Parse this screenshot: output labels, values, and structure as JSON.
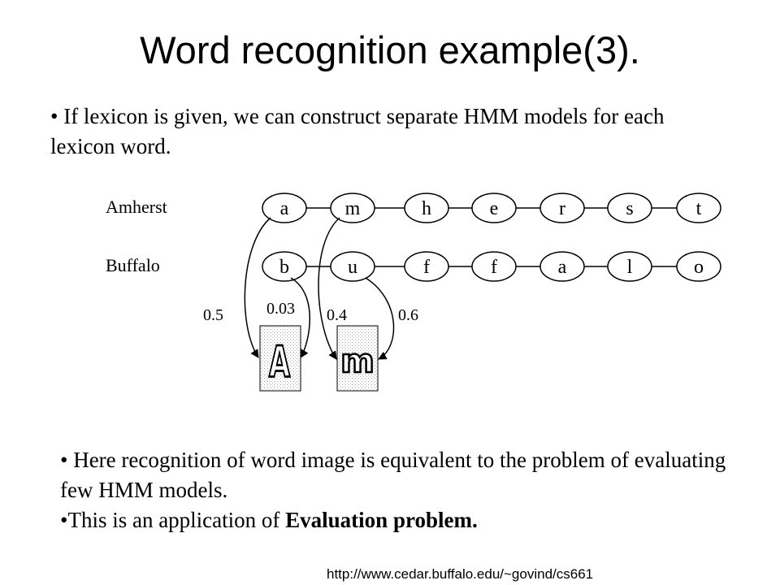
{
  "slide": {
    "title": "Word recognition example(3).",
    "intro_bullet": "• If  lexicon is given, we can construct separate HMM models for each lexicon word.",
    "bullet2": "• Here recognition of word image is equivalent to the problem of evaluating few HMM models.",
    "bullet3_prefix": "•This is an application of ",
    "bullet3_bold": "Evaluation problem.",
    "footer_url": "http://www.cedar.buffalo.edu/~govind/cs661"
  },
  "diagram": {
    "words": [
      {
        "label": "Amherst",
        "letters": [
          "a",
          "m",
          "h",
          "e",
          "r",
          "s",
          "t"
        ]
      },
      {
        "label": "Buffalo",
        "letters": [
          "b",
          "u",
          "f",
          "f",
          "a",
          "l",
          "o"
        ]
      }
    ],
    "probabilities": [
      "0.5",
      "0.03",
      "0.4",
      "0.6"
    ],
    "images": [
      {
        "glyph": "A"
      },
      {
        "glyph": "m"
      }
    ]
  }
}
